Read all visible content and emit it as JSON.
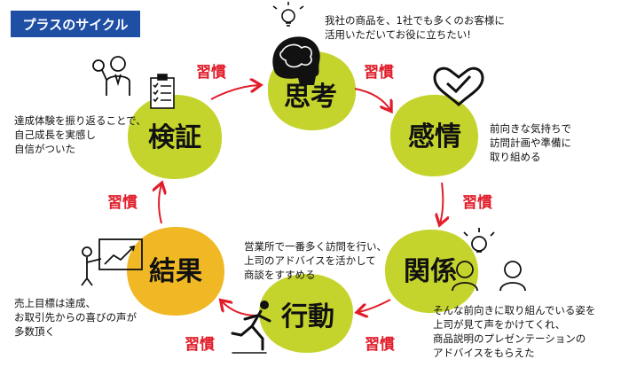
{
  "badge": "プラスのサイクル",
  "colors": {
    "lime": "#c5d42c",
    "yellow": "#f0b824",
    "arrow": "#e11d2a",
    "badge": "#1f4fa5"
  },
  "nodes": {
    "shikou": "思考",
    "kanjou": "感情",
    "kankei": "関係",
    "koudou": "行動",
    "kekka": "結果",
    "kenshou": "検証"
  },
  "habit_label": "習慣",
  "descriptions": {
    "shikou": [
      "我社の商品を、1社でも多くのお客様に",
      "活用いただいてお役に立ちたい!"
    ],
    "kanjou": [
      "前向きな気持ちで",
      "訪問計画や準備に",
      "取り組める"
    ],
    "kankei": [
      "そんな前向きに取り組んでいる姿を",
      "上司が見て声をかけてくれ、",
      "商品説明のプレゼンテーションの",
      "アドバイスをもらえた"
    ],
    "koudou": [
      "営業所で一番多く訪問を行い、",
      "上司のアドバイスを活かして",
      "商談をすすめる"
    ],
    "kekka": [
      "売上目標は達成、",
      "お取引先からの喜びの声が",
      "多数頂く"
    ],
    "kenshou": [
      "達成体験を振り返ることで、",
      "自己成長を実感し",
      "自信がついた"
    ]
  },
  "icons": [
    "lightbulb-icon",
    "brain-head-icon",
    "heart-check-icon",
    "people-idea-icon",
    "running-person-icon",
    "presentation-icon",
    "inspector-icon",
    "checklist-icon"
  ]
}
